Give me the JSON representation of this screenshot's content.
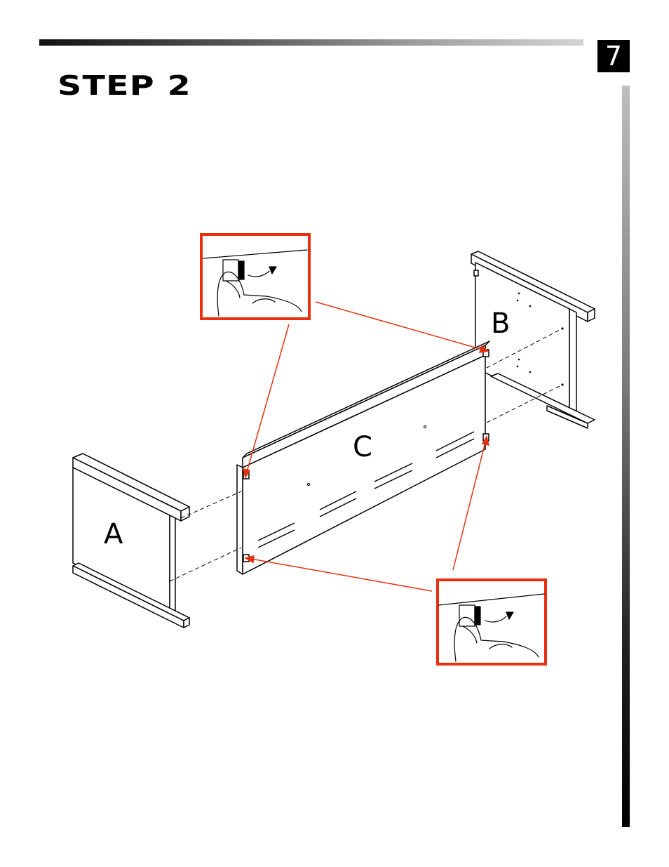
{
  "header": {
    "page_number": "7",
    "step_title": "STEP 2"
  },
  "diagram": {
    "labels": {
      "part_a": "A",
      "part_b": "B",
      "part_c": "C"
    },
    "highlight_color": "#e8300e",
    "arrow_color": "#e8300e"
  }
}
